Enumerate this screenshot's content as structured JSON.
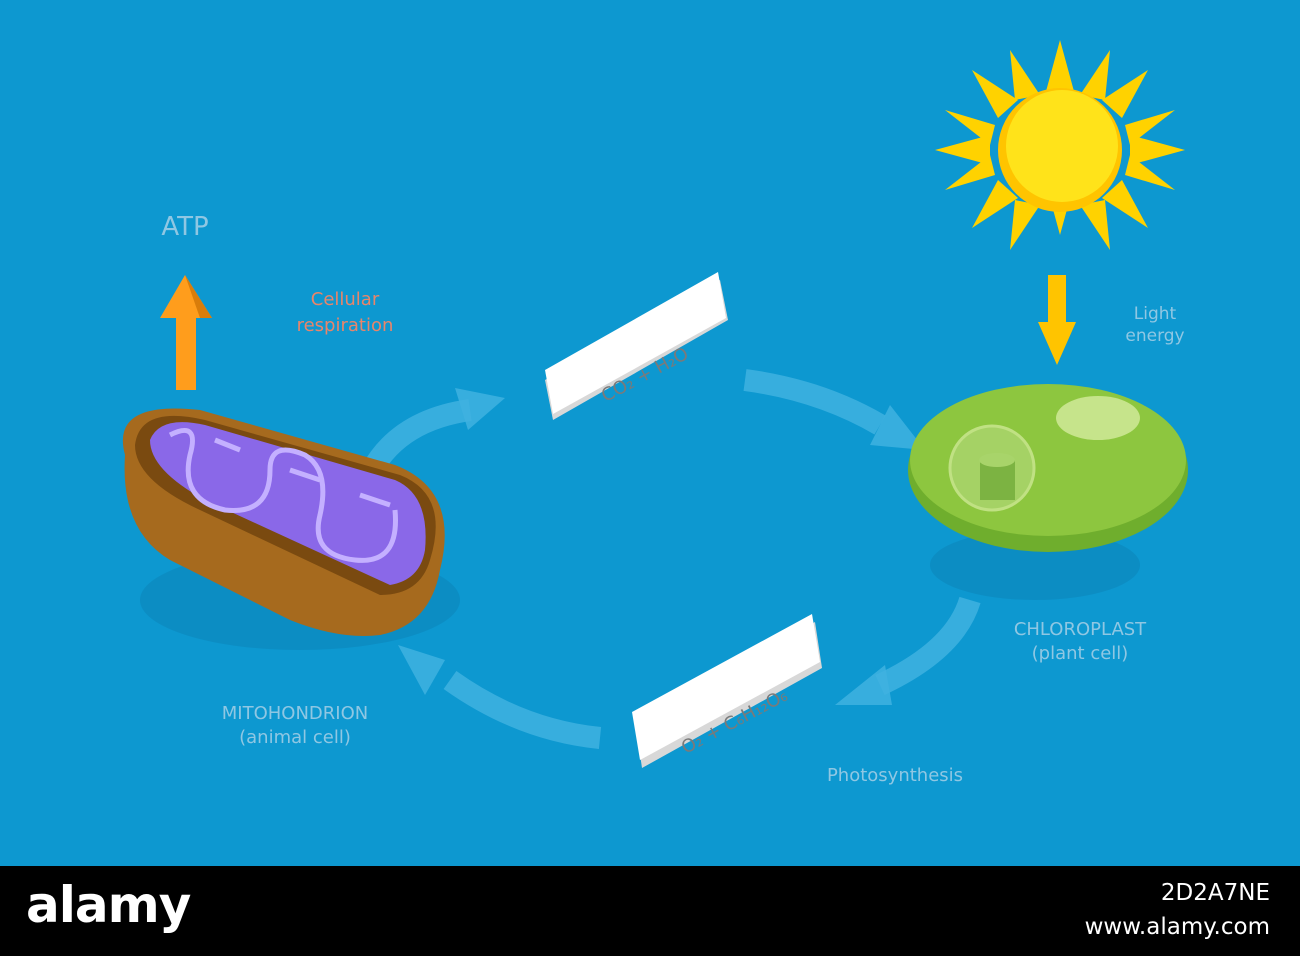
{
  "labels": {
    "atp": "ATP",
    "cellular_respiration_line1": "Cellular",
    "cellular_respiration_line2": "respiration",
    "co2_h2o": "CO₂ + H₂O",
    "o2_glucose": "O₂ + C₆H₁₂O₆",
    "light_energy_line1": "Light",
    "light_energy_line2": "energy",
    "chloroplast_line1": "CHLOROPLAST",
    "chloroplast_line2": "(plant cell)",
    "mitochondrion_line1": "MITOHONDRION",
    "mitochondrion_line2": "(animal cell)",
    "photosynthesis": "Photosynthesis"
  },
  "stock": {
    "logo": "alamy",
    "image_id": "2D2A7NE",
    "url": "www.alamy.com"
  },
  "colors": {
    "background": "#0d98d0",
    "label_grey": "#8fc7e3",
    "label_orange": "#e9856a",
    "atp_arrow": "#ff9d1c",
    "mito_shell": "#a66a1e",
    "mito_inner": "#8a68e8",
    "chloroplast": "#8dc63f",
    "sun": "#ffd200"
  }
}
